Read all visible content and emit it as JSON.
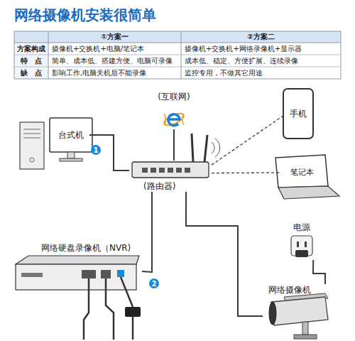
{
  "diagram": {
    "title": "网络摄像机安装很简单",
    "nodes": [
      {
        "text": [
          "(互联网)"
        ]
      },
      {
        "text": [
          "台式机"
        ]
      },
      {
        "text": [
          "(路由器)"
        ]
      },
      {
        "text": [
          "手机"
        ]
      },
      {
        "text": [
          "笔记本"
        ]
      },
      {
        "text": [
          "电源"
        ]
      },
      {
        "text": [
          "网络硬盘录像机（NVR)"
        ]
      },
      {
        "text": [
          "网络摄像机"
        ]
      }
    ],
    "edges": [
      {
        "from": 0,
        "to": 2,
        "arrow": "none"
      },
      {
        "from": 1,
        "to": 2,
        "arrow": "none"
      },
      {
        "from": 2,
        "to": 3,
        "arrow": "none"
      },
      {
        "from": 2,
        "to": 4,
        "arrow": "none"
      },
      {
        "from": 2,
        "to": 6,
        "arrow": "none"
      },
      {
        "from": 2,
        "to": 7,
        "arrow": "none"
      },
      {
        "from": 5,
        "to": 7,
        "arrow": "none"
      }
    ],
    "labels": [
      "①方案一",
      "②方案二",
      "方案构成",
      "摄像机+交换机+电脑/笔记本",
      "摄像机+交换机+网络录像机+显示器",
      "特　点",
      "简单、成本低、搭建方便、电脑可录像",
      "成本低、稳定、方便扩展、连续录像",
      "缺　点",
      "影响工作,电脑关机后不能录像",
      "监控专用，不做其它用途",
      "1",
      "2"
    ]
  }
}
